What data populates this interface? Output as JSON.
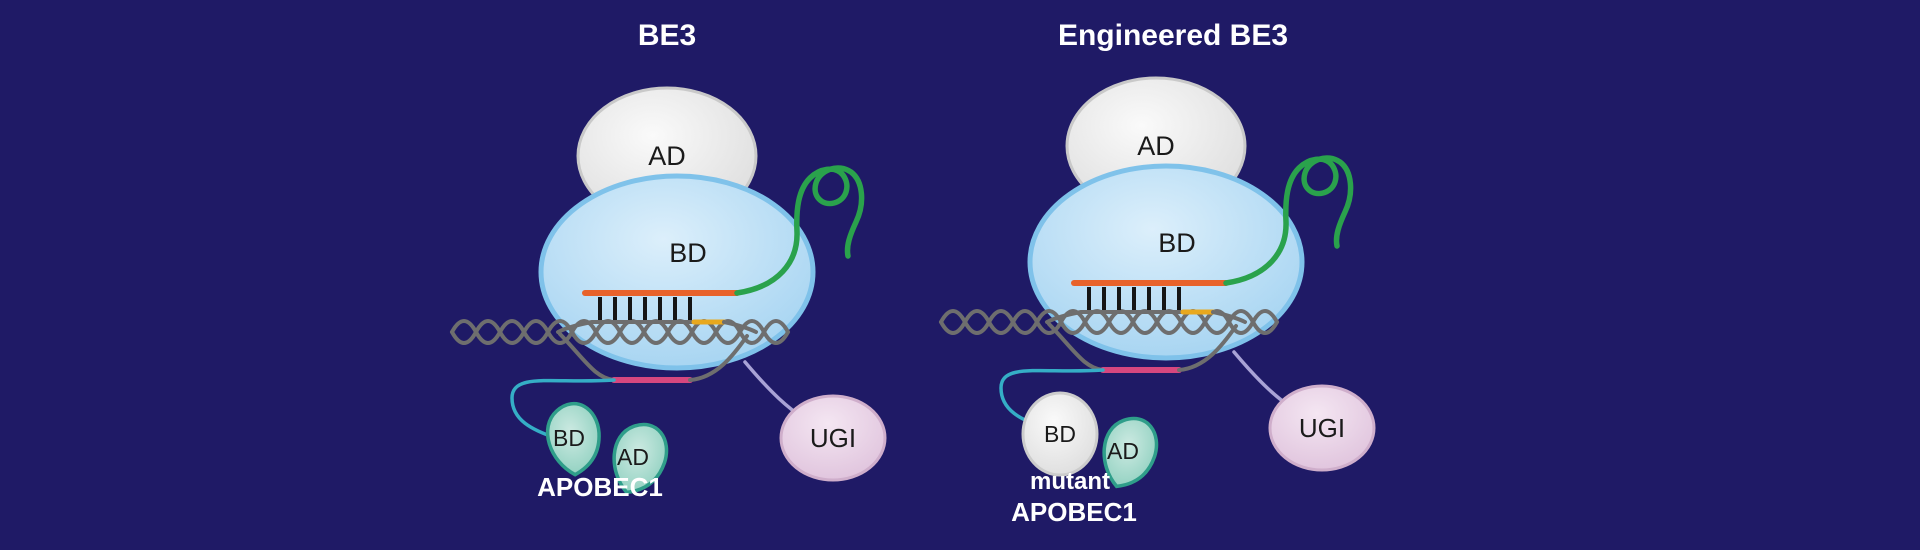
{
  "diagram": {
    "left": {
      "title": "BE3",
      "apobec_label": "APOBEC1"
    },
    "right": {
      "title": "Engineered BE3",
      "apobec_label_line1": "mutant",
      "apobec_label_line2": "APOBEC1"
    },
    "labels": {
      "ad": "AD",
      "bd": "BD",
      "ugi": "UGI"
    },
    "colors": {
      "background": "#1f1a66",
      "cas9_body_blue": "#a6d4f0",
      "ad_domain_gray": "#e9e9e9",
      "sgRNA_green": "#2aa24c",
      "spacer_orange": "#e8622a",
      "ssdna_pink": "#d6477f",
      "pam_yellow": "#e8a81e",
      "dna_gray": "#6e6e6e",
      "apobec_teal": "#85ccba",
      "ugi_pink": "#ddbfda",
      "linker_cyan": "#35aec6",
      "linker_lavender": "#a9a3d6",
      "tick_black": "#151515"
    }
  }
}
